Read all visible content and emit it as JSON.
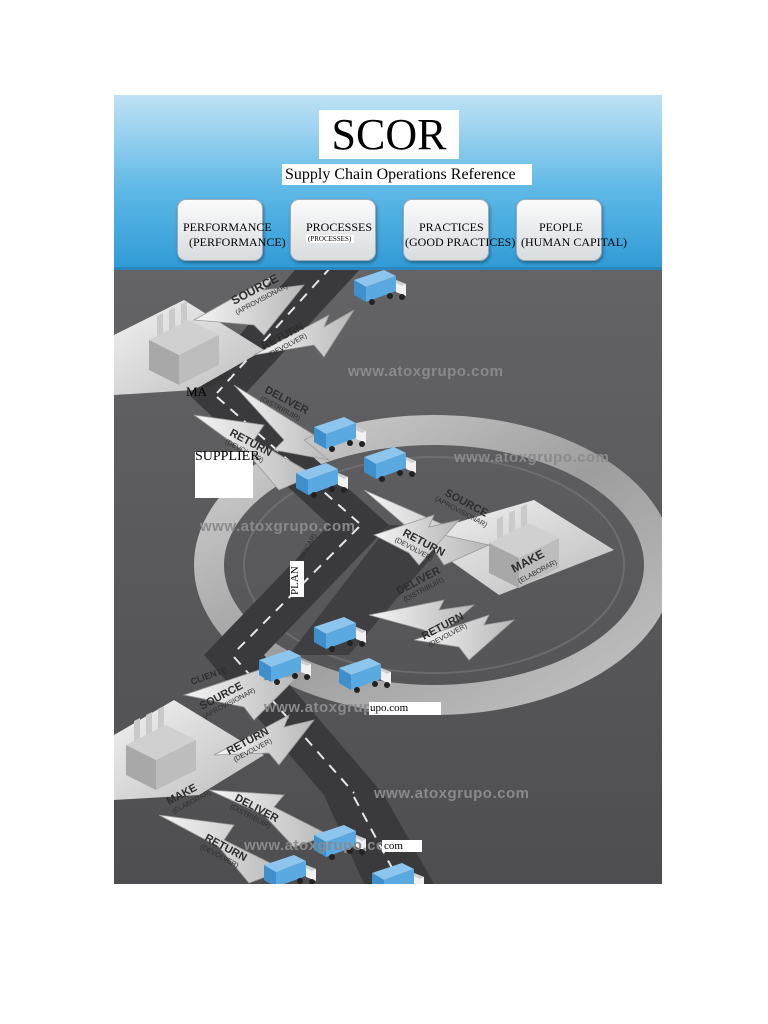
{
  "header": {
    "title": "SCOR",
    "subtitle": "Supply Chain Operations Reference"
  },
  "pillars": [
    {
      "label": "PERFORMANCE",
      "sublabel": "(PERFORMANCE)"
    },
    {
      "label": "PROCESSES",
      "sublabel": "(PROCESSES)"
    },
    {
      "label": "PRACTICES",
      "sublabel": "(GOOD PRACTICES)"
    },
    {
      "label": "PEOPLE",
      "sublabel": "(HUMAN CAPITAL)"
    }
  ],
  "overlay_labels": {
    "supplier": "SUPPLIER",
    "plan": "PLAN",
    "make_fragment": "MA",
    "url_fragment_1": "upo.com",
    "url_fragment_2": "com"
  },
  "road_labels": {
    "source": "SOURCE",
    "source_es": "(APROVISIONAR)",
    "return": "RETURN",
    "return_es": "(DEVOLVER)",
    "deliver": "DELIVER",
    "deliver_es": "(DISTRIBUIR)",
    "make": "MAKE",
    "make_es": "(ELABORAR)",
    "plan_es": "(PLANIFICAR)",
    "cliente": "CLIENTE"
  },
  "watermark": "www.atoxgrupo.com",
  "colors": {
    "header_blue": "#3aa3d8",
    "background_gray": "#5a5a5c",
    "road": "#3a3a3c",
    "truck_blue": "#4f9fd8",
    "platform": "#dcdcdc"
  }
}
